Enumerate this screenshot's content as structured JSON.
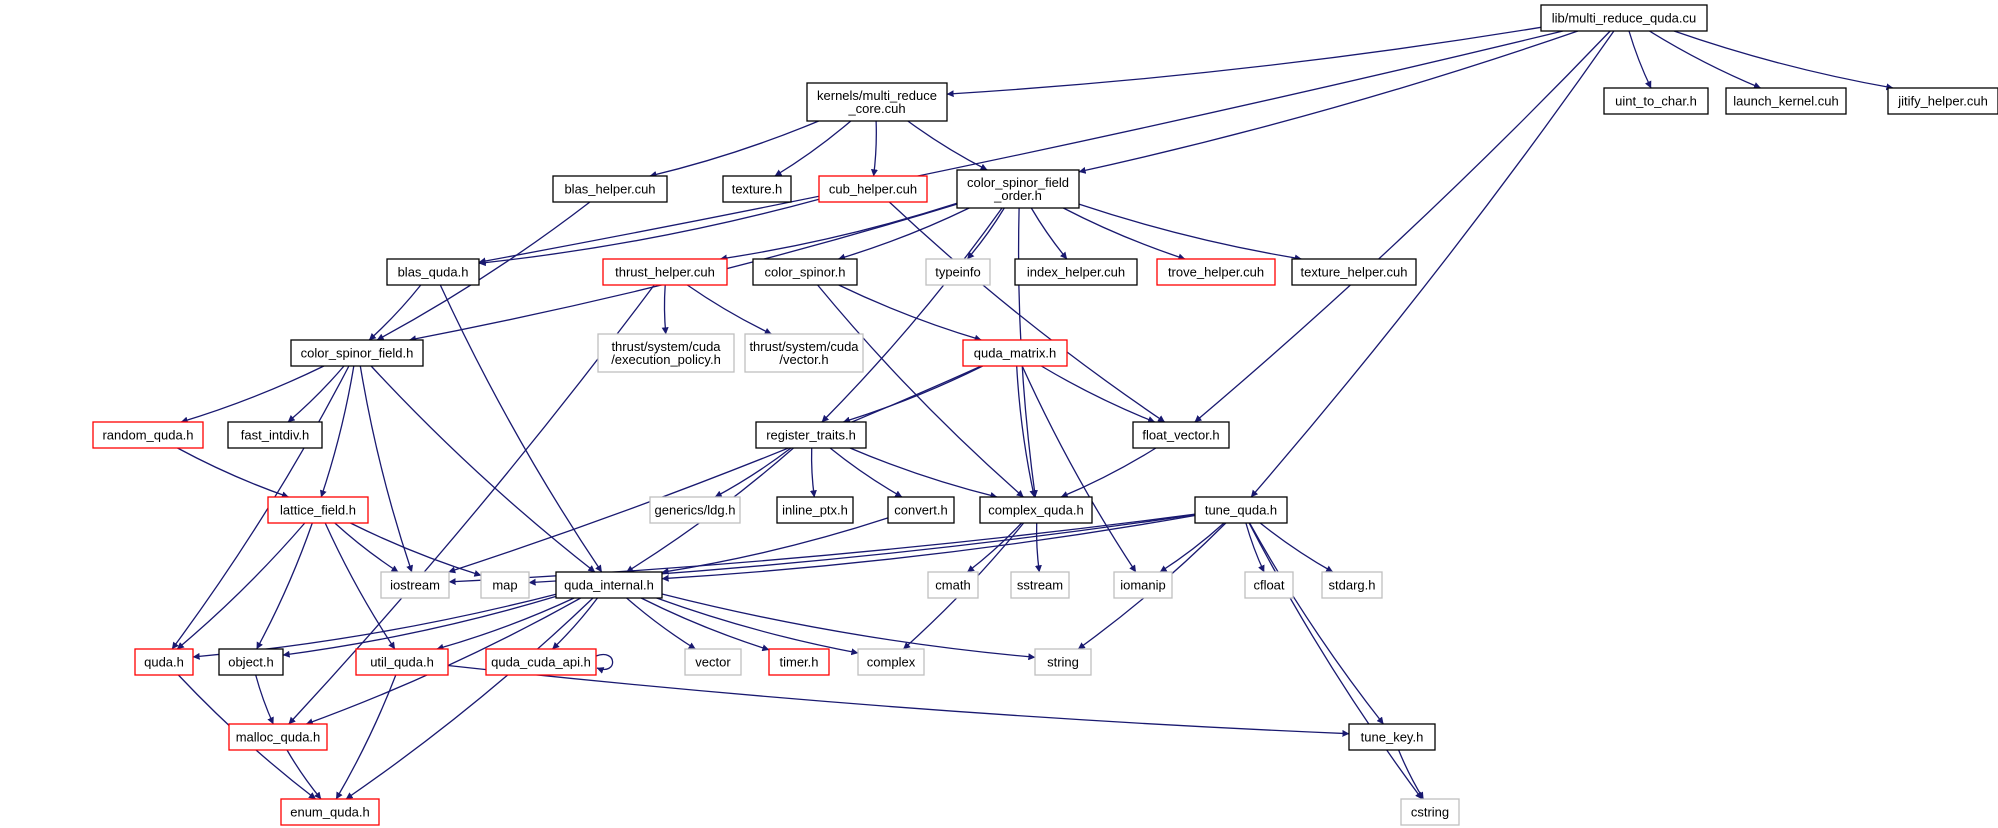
{
  "colors": {
    "edge": "#191970",
    "box_root_fill": "#bfbfbf",
    "box_normal": "#000000",
    "box_truncated": "#ff0000",
    "box_system": "#bfbfbf",
    "text_system": "#000000"
  },
  "nodes": [
    {
      "id": "root",
      "lines": [
        "lib/multi_reduce_quda.cu"
      ],
      "kind": "root"
    },
    {
      "id": "mrc",
      "lines": [
        "kernels/multi_reduce",
        "_core.cuh"
      ],
      "kind": "normal"
    },
    {
      "id": "uint_to_char",
      "lines": [
        "uint_to_char.h"
      ],
      "kind": "normal"
    },
    {
      "id": "launch_kernel",
      "lines": [
        "launch_kernel.cuh"
      ],
      "kind": "normal"
    },
    {
      "id": "jitify_helper",
      "lines": [
        "jitify_helper.cuh"
      ],
      "kind": "normal"
    },
    {
      "id": "blas_helper",
      "lines": [
        "blas_helper.cuh"
      ],
      "kind": "normal"
    },
    {
      "id": "texture",
      "lines": [
        "texture.h"
      ],
      "kind": "normal"
    },
    {
      "id": "cub_helper",
      "lines": [
        "cub_helper.cuh"
      ],
      "kind": "truncated"
    },
    {
      "id": "csfo",
      "lines": [
        "color_spinor_field",
        "_order.h"
      ],
      "kind": "normal"
    },
    {
      "id": "blas_quda",
      "lines": [
        "blas_quda.h"
      ],
      "kind": "normal"
    },
    {
      "id": "thrust_helper",
      "lines": [
        "thrust_helper.cuh"
      ],
      "kind": "truncated"
    },
    {
      "id": "color_spinor",
      "lines": [
        "color_spinor.h"
      ],
      "kind": "normal"
    },
    {
      "id": "typeinfo",
      "lines": [
        "typeinfo"
      ],
      "kind": "system"
    },
    {
      "id": "index_helper",
      "lines": [
        "index_helper.cuh"
      ],
      "kind": "normal"
    },
    {
      "id": "trove_helper",
      "lines": [
        "trove_helper.cuh"
      ],
      "kind": "truncated"
    },
    {
      "id": "texture_helper",
      "lines": [
        "texture_helper.cuh"
      ],
      "kind": "normal"
    },
    {
      "id": "thrust_exec",
      "lines": [
        "thrust/system/cuda",
        "/execution_policy.h"
      ],
      "kind": "system"
    },
    {
      "id": "thrust_vec",
      "lines": [
        "thrust/system/cuda",
        "/vector.h"
      ],
      "kind": "system"
    },
    {
      "id": "csf",
      "lines": [
        "color_spinor_field.h"
      ],
      "kind": "normal"
    },
    {
      "id": "quda_matrix",
      "lines": [
        "quda_matrix.h"
      ],
      "kind": "truncated"
    },
    {
      "id": "random_quda",
      "lines": [
        "random_quda.h"
      ],
      "kind": "truncated"
    },
    {
      "id": "fast_intdiv",
      "lines": [
        "fast_intdiv.h"
      ],
      "kind": "normal"
    },
    {
      "id": "register_traits",
      "lines": [
        "register_traits.h"
      ],
      "kind": "normal"
    },
    {
      "id": "float_vector",
      "lines": [
        "float_vector.h"
      ],
      "kind": "normal"
    },
    {
      "id": "lattice_field",
      "lines": [
        "lattice_field.h"
      ],
      "kind": "truncated"
    },
    {
      "id": "generics_ldg",
      "lines": [
        "generics/ldg.h"
      ],
      "kind": "system"
    },
    {
      "id": "inline_ptx",
      "lines": [
        "inline_ptx.h"
      ],
      "kind": "normal"
    },
    {
      "id": "convert",
      "lines": [
        "convert.h"
      ],
      "kind": "normal"
    },
    {
      "id": "complex_quda",
      "lines": [
        "complex_quda.h"
      ],
      "kind": "normal"
    },
    {
      "id": "tune_quda",
      "lines": [
        "tune_quda.h"
      ],
      "kind": "normal"
    },
    {
      "id": "iostream",
      "lines": [
        "iostream"
      ],
      "kind": "system"
    },
    {
      "id": "map",
      "lines": [
        "map"
      ],
      "kind": "system"
    },
    {
      "id": "quda_internal",
      "lines": [
        "quda_internal.h"
      ],
      "kind": "normal"
    },
    {
      "id": "cmath",
      "lines": [
        "cmath"
      ],
      "kind": "system"
    },
    {
      "id": "sstream",
      "lines": [
        "sstream"
      ],
      "kind": "system"
    },
    {
      "id": "iomanip",
      "lines": [
        "iomanip"
      ],
      "kind": "system"
    },
    {
      "id": "cfloat",
      "lines": [
        "cfloat"
      ],
      "kind": "system"
    },
    {
      "id": "stdarg",
      "lines": [
        "stdarg.h"
      ],
      "kind": "system"
    },
    {
      "id": "quda_h",
      "lines": [
        "quda.h"
      ],
      "kind": "truncated"
    },
    {
      "id": "object_h",
      "lines": [
        "object.h"
      ],
      "kind": "normal"
    },
    {
      "id": "util_quda",
      "lines": [
        "util_quda.h"
      ],
      "kind": "truncated"
    },
    {
      "id": "quda_cuda_api",
      "lines": [
        "quda_cuda_api.h"
      ],
      "kind": "truncated"
    },
    {
      "id": "vector",
      "lines": [
        "vector"
      ],
      "kind": "system"
    },
    {
      "id": "timer",
      "lines": [
        "timer.h"
      ],
      "kind": "truncated"
    },
    {
      "id": "complex",
      "lines": [
        "complex"
      ],
      "kind": "system"
    },
    {
      "id": "string",
      "lines": [
        "string"
      ],
      "kind": "system"
    },
    {
      "id": "malloc_quda",
      "lines": [
        "malloc_quda.h"
      ],
      "kind": "truncated"
    },
    {
      "id": "tune_key",
      "lines": [
        "tune_key.h"
      ],
      "kind": "normal"
    },
    {
      "id": "enum_quda",
      "lines": [
        "enum_quda.h"
      ],
      "kind": "truncated"
    },
    {
      "id": "cstring",
      "lines": [
        "cstring"
      ],
      "kind": "system"
    }
  ],
  "edges": [
    [
      "root",
      "mrc"
    ],
    [
      "root",
      "uint_to_char"
    ],
    [
      "root",
      "launch_kernel"
    ],
    [
      "root",
      "jitify_helper"
    ],
    [
      "root",
      "blas_quda"
    ],
    [
      "root",
      "csfo"
    ],
    [
      "root",
      "float_vector"
    ],
    [
      "root",
      "tune_quda"
    ],
    [
      "mrc",
      "blas_helper"
    ],
    [
      "mrc",
      "texture"
    ],
    [
      "mrc",
      "cub_helper"
    ],
    [
      "mrc",
      "csfo"
    ],
    [
      "blas_helper",
      "csf"
    ],
    [
      "cub_helper",
      "blas_quda"
    ],
    [
      "cub_helper",
      "float_vector"
    ],
    [
      "csfo",
      "register_traits"
    ],
    [
      "csfo",
      "csf"
    ],
    [
      "csfo",
      "thrust_helper"
    ],
    [
      "csfo",
      "color_spinor"
    ],
    [
      "csfo",
      "typeinfo"
    ],
    [
      "csfo",
      "index_helper"
    ],
    [
      "csfo",
      "trove_helper"
    ],
    [
      "csfo",
      "texture_helper"
    ],
    [
      "csfo",
      "complex_quda"
    ],
    [
      "blas_quda",
      "csf"
    ],
    [
      "blas_quda",
      "quda_internal"
    ],
    [
      "thrust_helper",
      "thrust_exec"
    ],
    [
      "thrust_helper",
      "thrust_vec"
    ],
    [
      "thrust_helper",
      "malloc_quda"
    ],
    [
      "color_spinor",
      "quda_matrix"
    ],
    [
      "color_spinor",
      "complex_quda"
    ],
    [
      "csf",
      "random_quda"
    ],
    [
      "csf",
      "fast_intdiv"
    ],
    [
      "csf",
      "lattice_field"
    ],
    [
      "csf",
      "iostream"
    ],
    [
      "csf",
      "quda_internal"
    ],
    [
      "csf",
      "quda_h"
    ],
    [
      "quda_matrix",
      "register_traits"
    ],
    [
      "quda_matrix",
      "float_vector"
    ],
    [
      "quda_matrix",
      "complex_quda"
    ],
    [
      "quda_matrix",
      "iostream"
    ],
    [
      "quda_matrix",
      "iomanip"
    ],
    [
      "random_quda",
      "lattice_field"
    ],
    [
      "register_traits",
      "generics_ldg"
    ],
    [
      "register_traits",
      "inline_ptx"
    ],
    [
      "register_traits",
      "convert"
    ],
    [
      "register_traits",
      "complex_quda"
    ],
    [
      "register_traits",
      "quda_internal"
    ],
    [
      "float_vector",
      "complex_quda"
    ],
    [
      "lattice_field",
      "iostream"
    ],
    [
      "lattice_field",
      "map"
    ],
    [
      "lattice_field",
      "quda_h"
    ],
    [
      "lattice_field",
      "object_h"
    ],
    [
      "lattice_field",
      "util_quda"
    ],
    [
      "convert",
      "quda_internal"
    ],
    [
      "complex_quda",
      "cmath"
    ],
    [
      "complex_quda",
      "sstream"
    ],
    [
      "complex_quda",
      "complex"
    ],
    [
      "tune_quda",
      "iostream"
    ],
    [
      "tune_quda",
      "map"
    ],
    [
      "tune_quda",
      "quda_internal"
    ],
    [
      "tune_quda",
      "iomanip"
    ],
    [
      "tune_quda",
      "cfloat"
    ],
    [
      "tune_quda",
      "stdarg"
    ],
    [
      "tune_quda",
      "string"
    ],
    [
      "tune_quda",
      "tune_key"
    ],
    [
      "tune_quda",
      "cstring"
    ],
    [
      "quda_internal",
      "quda_h"
    ],
    [
      "quda_internal",
      "object_h"
    ],
    [
      "quda_internal",
      "util_quda"
    ],
    [
      "quda_internal",
      "quda_cuda_api"
    ],
    [
      "quda_internal",
      "vector"
    ],
    [
      "quda_internal",
      "timer"
    ],
    [
      "quda_internal",
      "complex"
    ],
    [
      "quda_internal",
      "string"
    ],
    [
      "quda_internal",
      "malloc_quda"
    ],
    [
      "quda_internal",
      "enum_quda"
    ],
    [
      "quda_cuda_api",
      "quda_cuda_api"
    ],
    [
      "quda_h",
      "enum_quda"
    ],
    [
      "object_h",
      "malloc_quda"
    ],
    [
      "util_quda",
      "enum_quda"
    ],
    [
      "util_quda",
      "tune_key"
    ],
    [
      "malloc_quda",
      "enum_quda"
    ],
    [
      "tune_key",
      "cstring"
    ]
  ]
}
